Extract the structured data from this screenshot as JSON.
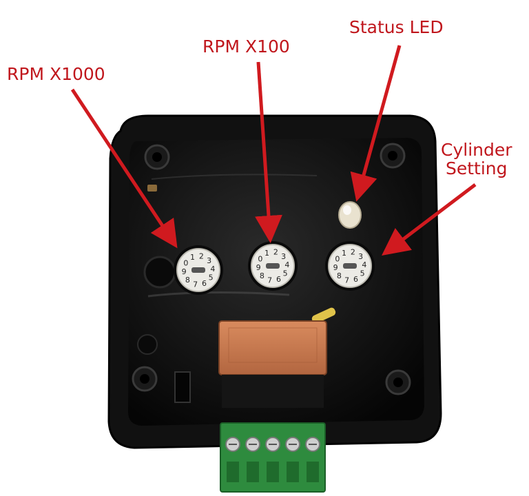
{
  "labels": {
    "rpm_x1000": "RPM X1000",
    "rpm_x100": "RPM X100",
    "status_led": "Status LED",
    "cylinder_line1": "Cylinder",
    "cylinder_line2": "Setting"
  },
  "dial_digits": [
    "0",
    "1",
    "2",
    "3",
    "4",
    "5",
    "6",
    "7",
    "8",
    "9"
  ],
  "colors": {
    "annotation": "#c0161c",
    "enclosure": "#0b0b0b",
    "relay": "#c9774a",
    "terminal": "#2e8b3e"
  }
}
